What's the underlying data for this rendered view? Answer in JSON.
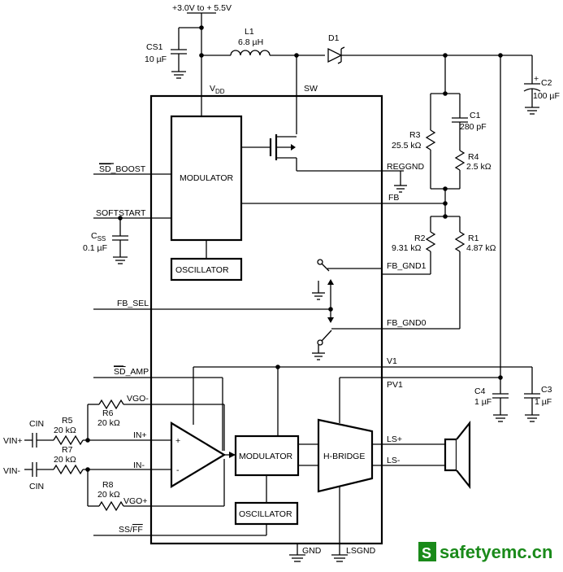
{
  "supply": "+3.0V to + 5.5V",
  "components": {
    "cs1": {
      "name": "CS1",
      "value": "10 µF"
    },
    "l1": {
      "name": "L1",
      "value": "6.8 µH"
    },
    "d1": {
      "name": "D1"
    },
    "c2": {
      "name": "C2",
      "value": "100 µF",
      "polarity": "+"
    },
    "c1": {
      "name": "C1",
      "value": "280 pF"
    },
    "r3": {
      "name": "R3",
      "value": "25.5 kΩ"
    },
    "r4": {
      "name": "R4",
      "value": "2.5 kΩ"
    },
    "r2": {
      "name": "R2",
      "value": "9.31 kΩ"
    },
    "r1": {
      "name": "R1",
      "value": "4.87 kΩ"
    },
    "css": {
      "name_main": "C",
      "name_sub": "SS",
      "value": "0.1 µF"
    },
    "c4": {
      "name": "C4",
      "value": "1 µF"
    },
    "c3": {
      "name": "C3",
      "value": "1 µF"
    },
    "r5": {
      "name": "R5",
      "value": "20 kΩ"
    },
    "r6": {
      "name": "R6",
      "value": "20 kΩ"
    },
    "r7": {
      "name": "R7",
      "value": "20 kΩ"
    },
    "r8": {
      "name": "R8",
      "value": "20 kΩ"
    },
    "cin_top": "CIN",
    "cin_bottom": "CIN"
  },
  "pins": {
    "vdd_main": "V",
    "vdd_sub": "DD",
    "sw": "SW",
    "sd_boost_bar": "SD",
    "sd_boost_rest": "_BOOST",
    "softstart": "SOFTSTART",
    "reggnd": "REGGND",
    "fb": "FB",
    "fb_gnd1": "FB_GND1",
    "fb_sel": "FB_SEL",
    "fb_gnd0": "FB_GND0",
    "v1": "V1",
    "pv1": "PV1",
    "sd_amp_bar": "SD",
    "sd_amp_rest": "_AMP",
    "vgo_minus": "VGO-",
    "vgo_plus": "VGO+",
    "in_plus": "IN+",
    "in_minus": "IN-",
    "ls_plus": "LS+",
    "ls_minus": "LS-",
    "ss_ff_pre": "SS/",
    "ss_ff_bar": "FF",
    "gnd": "GND",
    "lsgnd": "LSGND"
  },
  "inputs": {
    "vin_plus": "VIN+",
    "vin_minus": "VIN-"
  },
  "blocks": {
    "modulator_top": "MODULATOR",
    "oscillator_top": "OSCILLATOR",
    "modulator_bottom": "MODULATOR",
    "oscillator_bottom": "OSCILLATOR",
    "hbridge": "H-BRIDGE"
  },
  "opamp_signs": {
    "plus": "+",
    "minus": "-"
  },
  "watermark": {
    "badge": "S",
    "text": "safetyemc.cn",
    "color": "#1a8a1a"
  }
}
